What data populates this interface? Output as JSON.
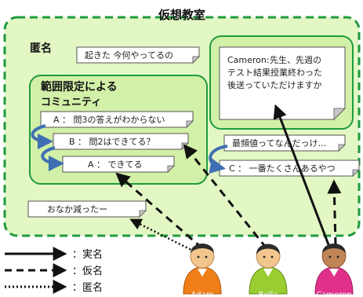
{
  "title": "仮想教室",
  "anonymous_area": {
    "label": "匿名",
    "note": "起きた 今何やってるの"
  },
  "community": {
    "label_line1": "範囲限定による",
    "label_line2": "コミュニティ",
    "messages": [
      "A ： 問3の答えがわからない",
      "B ： 問2はできてる？",
      "A ： できてる"
    ]
  },
  "real_name_box": {
    "speaker": "Cameron:",
    "line1": "先生、先週の",
    "line2": "テスト結果授業終わった",
    "line3": "後送っていただけますか"
  },
  "pseudonym_thread": {
    "question": "最頻値ってなんだっけ…",
    "answer": "C ： 一番たくさんあるやつ"
  },
  "outside_note": "おなか減ったー",
  "legend": [
    {
      "style": "solid",
      "label": "：実名"
    },
    {
      "style": "dashed",
      "label": "：仮名"
    },
    {
      "style": "dotted",
      "label": "：匿名"
    }
  ],
  "people": [
    {
      "name": "Adam",
      "shirt": "#f07f1a"
    },
    {
      "name": "Bella",
      "shirt": "#9acd32"
    },
    {
      "name": "Cameron",
      "shirt": "#e0308a"
    }
  ],
  "colors": {
    "outer_fill": "#e2f7c4",
    "outer_stroke": "#1f9b3e",
    "inner_fill": "#d2f0a8",
    "note_fill": "#ffffff",
    "note_fold": "#c8c8c8",
    "curl_arrow": "#3f6fb2",
    "skin": "#f2c58e",
    "hair": "#2b2b2b"
  }
}
